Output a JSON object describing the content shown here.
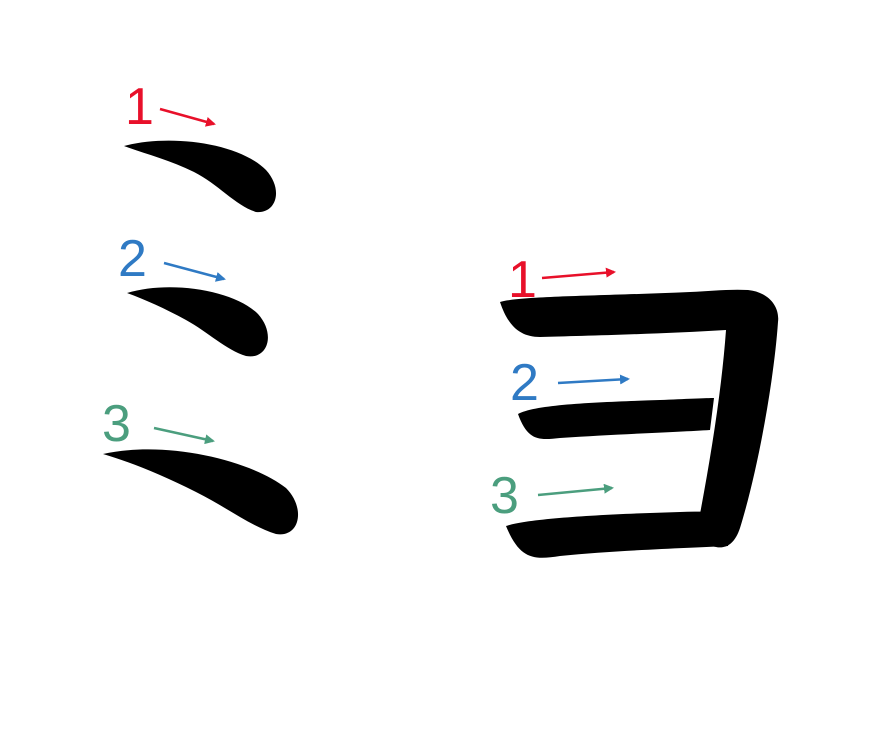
{
  "colors": {
    "stroke": "#000000",
    "step1": "#e8102a",
    "step2": "#2f7ac4",
    "step3": "#4b9e7e",
    "background": "#ffffff"
  },
  "characters": [
    {
      "name": "mi",
      "steps": [
        {
          "label": "1",
          "color_key": "step1"
        },
        {
          "label": "2",
          "color_key": "step2"
        },
        {
          "label": "3",
          "color_key": "step3"
        }
      ]
    },
    {
      "name": "yo",
      "steps": [
        {
          "label": "1",
          "color_key": "step1"
        },
        {
          "label": "2",
          "color_key": "step2"
        },
        {
          "label": "3",
          "color_key": "step3"
        }
      ]
    }
  ]
}
